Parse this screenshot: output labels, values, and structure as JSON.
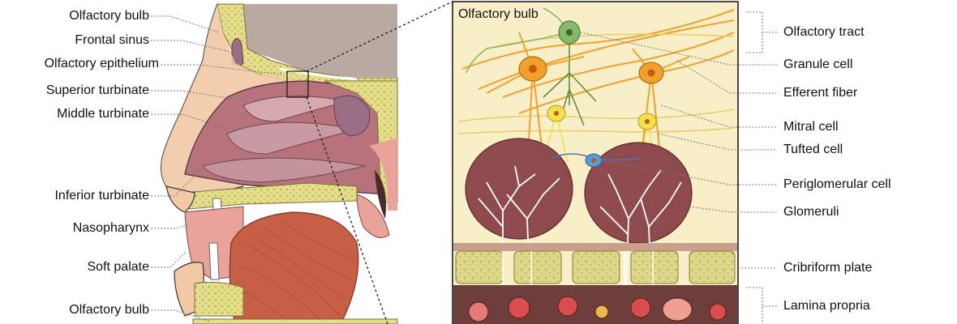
{
  "left_labels": [
    "Olfactory bulb",
    "Frontal sinus",
    "Olfactory epithelium",
    "Superior turbinate",
    "Middle turbinate",
    "Inferior turbinate",
    "Nasopharynx",
    "Soft palate",
    "Olfactory bulb"
  ],
  "inset_title": "Olfactory bulb",
  "right_labels": [
    "Olfactory tract",
    "Granule cell",
    "Efferent fiber",
    "Mitral cell",
    "Tufted cell",
    "Periglomerular cell",
    "Glomeruli",
    "Cribriform plate",
    "Lamina propria"
  ],
  "colors": {
    "bone": "#e4dd8c",
    "bone_dots": "#b9b24a",
    "flesh": "#f1c9a6",
    "mucosa": "#b8727c",
    "cavity": "#8f5a63",
    "brain": "#b8aaa2",
    "inset_bg": "#f8efc8",
    "glomerulus": "#8e4a4c",
    "mitral": "#f0a02c",
    "tufted": "#f4e04a",
    "granule": "#86b86a",
    "lamina": "#6e3e3c",
    "tongue": "#c75f46"
  }
}
